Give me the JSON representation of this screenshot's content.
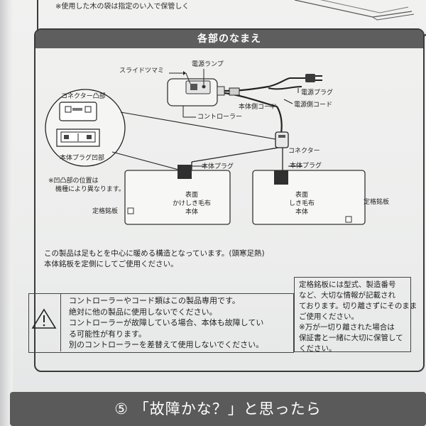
{
  "top": {
    "note": "※使用した木の袋は指定のい入で保管しく"
  },
  "section": {
    "title": "各部のなまえ"
  },
  "diagram": {
    "slide_knob": "スライドツマミ",
    "power_lamp": "電源ランプ",
    "controller": "コントローラー",
    "power_plug": "電源プラグ",
    "body_cord": "本体側コード",
    "power_cord": "電源側コード",
    "connector": "コネクター",
    "connector_convex": "コネクター凸部",
    "body_plug_concave": "本体プラグ凹部",
    "position_note_line1": "※凹凸部の位置は",
    "position_note_line2": "機種により異なります。",
    "body_plug_left": "本体プラグ",
    "body_plug_right": "本体プラグ",
    "rating_plate_left": "定格銘板",
    "rating_plate_right": "定格銘板",
    "left_blanket": {
      "line1": "表面",
      "line2": "かけしき毛布",
      "line3": "本体"
    },
    "right_blanket": {
      "line1": "表面",
      "line2": "しき毛布",
      "line3": "本体"
    }
  },
  "caption": {
    "line1": "この製品は足もとを中心に暖める構造となっています。(頭寒足熱)",
    "line2": "本体銘板を定側にしてご使用ください。"
  },
  "caution": {
    "icon": "warning-triangle-icon",
    "line1": "コントローラーやコード類はこの製品専用です。",
    "line2": "絶対に他の製品に使用しないでください。",
    "line3": "コントローラーが故障している場合、本体も故障してい",
    "line4": "る可能性が有ります。",
    "line5": "別のコントローラーを差替えて使用しないでください。"
  },
  "notice": {
    "line1": "定格銘板には型式、製造番号",
    "line2": "など、大切な情報が記載され",
    "line3": "ております。切り離さずにそのまま",
    "line4": "ご使用ください。",
    "line5": "※万が一切り離された場合は",
    "line6": "保証書と一緒に大切に保管して",
    "line7": "ください。"
  },
  "next_section": {
    "number": "⑤",
    "title": "「故障かな？」と思ったら"
  },
  "colors": {
    "paper": "#eeeeed",
    "header_bar": "#5e5e5e",
    "ink": "#1d1d1d"
  }
}
